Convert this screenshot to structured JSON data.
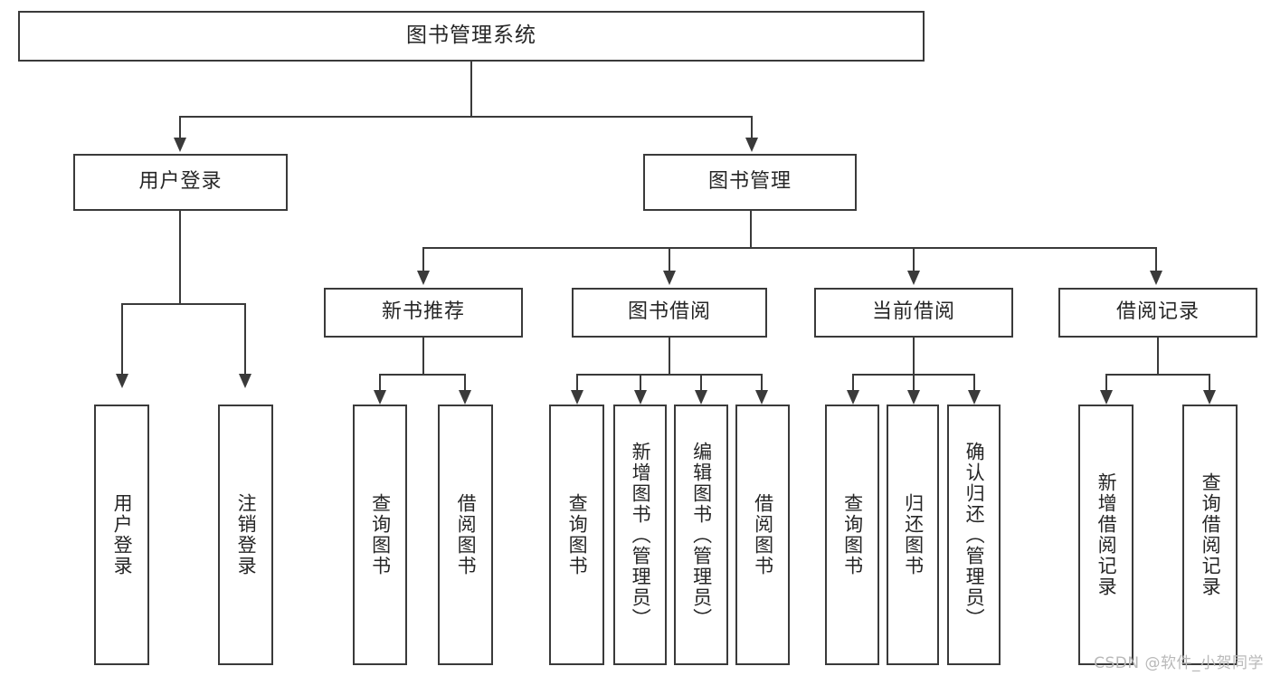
{
  "diagram": {
    "title": "图书管理系统",
    "type": "tree",
    "watermark": "CSDN @软件_小贺同学",
    "colors": {
      "border": "#3a3a3a",
      "background": "#ffffff",
      "text": "#262626",
      "watermark": "#b9b9b9"
    },
    "levels": {
      "root": {
        "label": "图书管理系统"
      },
      "level2": [
        {
          "label": "用户登录"
        },
        {
          "label": "图书管理"
        }
      ],
      "level3": [
        {
          "label": "新书推荐"
        },
        {
          "label": "图书借阅"
        },
        {
          "label": "当前借阅"
        },
        {
          "label": "借阅记录"
        }
      ],
      "leaves": {
        "user_login": [
          {
            "label": "用户登录"
          },
          {
            "label": "注销登录"
          }
        ],
        "new_book_recommend": [
          {
            "label": "查询图书"
          },
          {
            "label": "借阅图书"
          }
        ],
        "book_borrow": [
          {
            "label": "查询图书"
          },
          {
            "label": "新增图书（管理员）"
          },
          {
            "label": "编辑图书（管理员）"
          },
          {
            "label": "借阅图书"
          }
        ],
        "current_borrow": [
          {
            "label": "查询图书"
          },
          {
            "label": "归还图书"
          },
          {
            "label": "确认归还（管理员）"
          }
        ],
        "borrow_record": [
          {
            "label": "新增借阅记录"
          },
          {
            "label": "查询借阅记录"
          }
        ]
      }
    }
  }
}
